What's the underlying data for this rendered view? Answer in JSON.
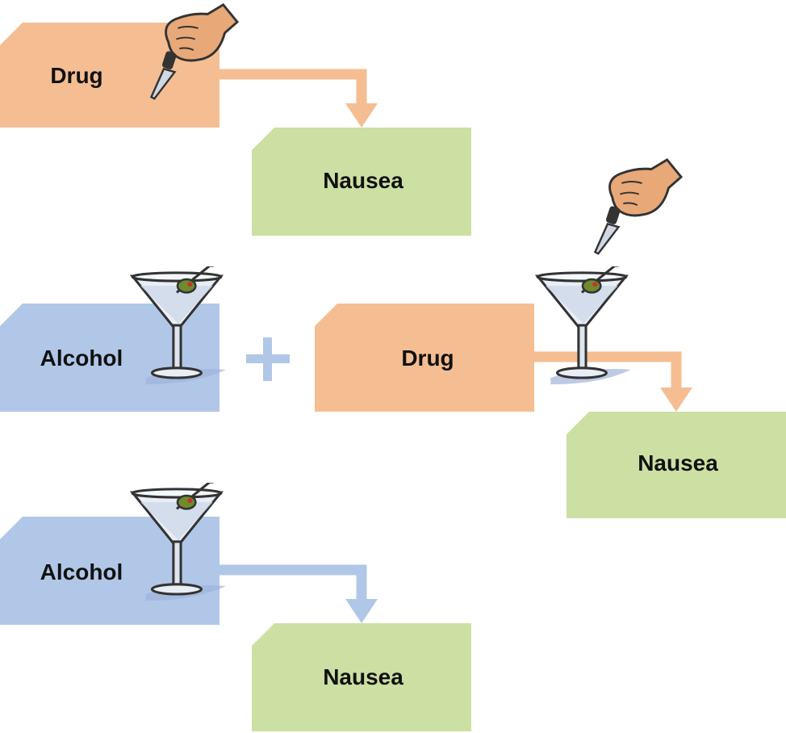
{
  "colors": {
    "drug": "#F5BE92",
    "nausea": "#CCE0A3",
    "alcohol": "#B1C7E8",
    "drug_arrow": "#F5BE92",
    "alcohol_arrow": "#B1C7E8",
    "plus": "#B1C7E8",
    "text": "#111111"
  },
  "icons": [
    "hand-dropper-icon",
    "martini-glass-icon",
    "plus-icon"
  ],
  "rows": [
    {
      "labels": {
        "stimulus": "Drug",
        "response": "Nausea"
      }
    },
    {
      "labels": {
        "stimulus_a": "Alcohol",
        "stimulus_b": "Drug",
        "response": "Nausea"
      }
    },
    {
      "labels": {
        "stimulus": "Alcohol",
        "response": "Nausea"
      }
    }
  ]
}
